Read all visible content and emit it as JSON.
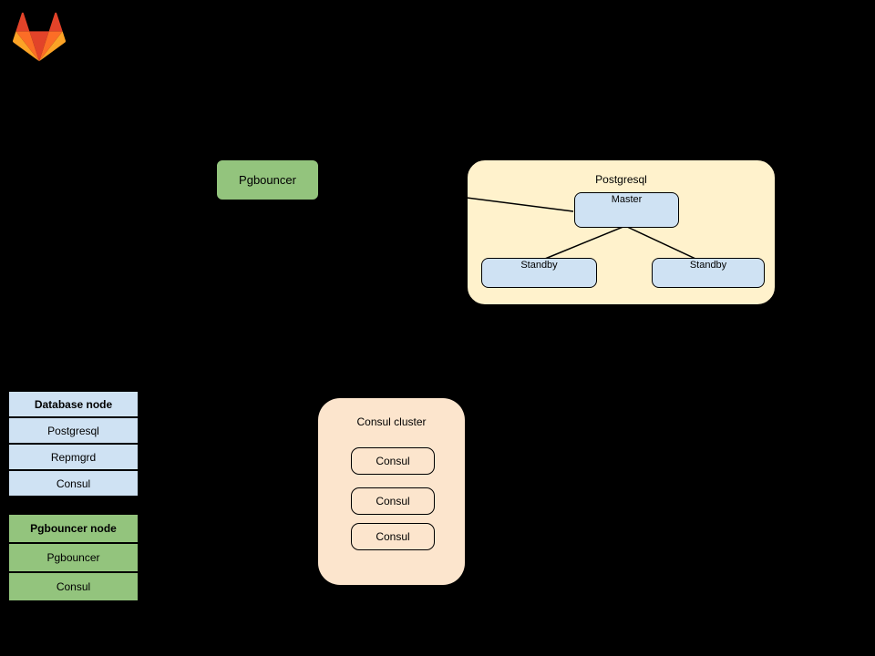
{
  "logo": {
    "name": "GitLab"
  },
  "diagram": {
    "pgbouncer": {
      "label": "Pgbouncer"
    },
    "postgresql_cluster": {
      "title": "Postgresql",
      "master_label": "Master",
      "standby_left_label": "Standby",
      "standby_right_label": "Standby"
    },
    "consul_cluster": {
      "title": "Consul cluster",
      "members": [
        "Consul",
        "Consul",
        "Consul"
      ]
    }
  },
  "legend": {
    "database_node": {
      "header": "Database node",
      "rows": [
        "Postgresql",
        "Repmgrd",
        "Consul"
      ]
    },
    "pgbouncer_node": {
      "header": "Pgbouncer node",
      "rows": [
        "Pgbouncer",
        "Consul"
      ]
    }
  },
  "colors": {
    "background": "#000000",
    "node_blue": "#cfe2f3",
    "node_green": "#93c47d",
    "cluster_yellow": "#fff2cc",
    "cluster_peach": "#fce5cd",
    "line": "#000000",
    "logo_red": "#e24329",
    "logo_orange": "#fc6d26",
    "logo_amber": "#fca326"
  }
}
